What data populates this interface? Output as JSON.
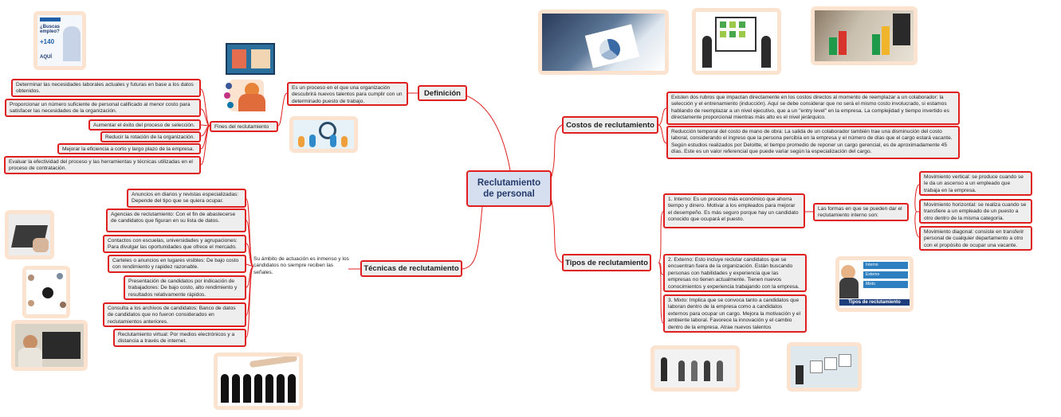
{
  "central": {
    "line1": "Reclutamiento",
    "line2": "de personal"
  },
  "definicion": {
    "title": "Definición",
    "text": "Es un proceso en el que una organización descubrirá nuevos talentos para cumplir con un determinado puesto de trabajo."
  },
  "fines": {
    "label": "Fines del reclutamiento",
    "items": [
      "Determinar las necesidades laborales actuales y futuras en base a los datos obtenidos.",
      "Proporcionar un número suficiente de personal calificado al menor costo para satisfacer las necesidades de la organización.",
      "Aumentar el éxito del proceso de selección.",
      "Reducir la rotación de la organización.",
      "Mejorar la eficiencia a corto y largo plazo de la empresa.",
      "Evaluar la efectividad del proceso y las herramientas y técnicas utilizadas en el proceso de contratación."
    ]
  },
  "tecnicas": {
    "title": "Técnicas de reclutamiento",
    "intro": "Su ámbito de actuación es inmenso y los candidatos no siempre reciben las señales.",
    "items": [
      "Anuncios en diarios y revistas especializadas: Depende del tipo que se quiera ocupar.",
      "Agencias de reclutamiento: Con el fin de abastecerse de candidatos que figuran en su lista de datos.",
      "Contactos con escuelas, universidades y agrupaciones: Para divulgar las oportunidades que ofrece el mercado.",
      "Carteles o anuncios en lugares visibles: De bajo costo con rendimiento y rapidez razonable.",
      "Presentación de candidatos por indicación de trabajadores: De bajo costo, alto rendimiento y resultados relativamente rápidos.",
      "Consulta a los archivos de candidatos: Banco de datos de candidatos que no fueron considerados en reclutamientos anteriores.",
      "Reclutamiento virtual: Por medios electrónicos y a distancia a través de internet."
    ]
  },
  "costos": {
    "title": "Costos de reclutamiento",
    "items": [
      "Existen dos rubros que impactan directamente en los costos directos al momento de reemplazar a un colaborador: la selección y el entrenamiento (inducción). Aquí se debe considerar que no será el mismo costo involucrado, si estamos hablando de reemplazar a un nivel ejecutivo, que a un \"entry level\" en la empresa. La complejidad y tiempo invertido es directamente proporcional mientras más alto es el nivel jerárquico.",
      "Reducción temporal del costo de mano de obra: La salida de un colaborador también trae una disminución del costo laboral, considerando el ingreso que la persona percibía en la empresa y el número de días que el cargo estará vacante. Según estudios realizados por Deloitte, el tiempo promedio de reponer un cargo gerencial, es de aproximadamente 45 días. Este es un valor referencial que puede variar según la especialización del cargo."
    ]
  },
  "tipos": {
    "title": "Tipos de reclutamiento",
    "interno": "1. Interno: Es un proceso más económico que ahorra tiempo y dinero. Motivar a los empleados para mejorar el desempeño. Es más seguro porque hay un candidato conocido que ocupará el puesto.",
    "formas_label": "Las formas en que se pueden dar el reclutamiento interno son:",
    "formas": [
      "Movimiento vertical: se produce cuando se le da un ascenso a un empleado que trabaja en la empresa.",
      "Movimiento horizontal: se realiza cuando se transfiere a un empleado de un puesto a otro dentro de la misma categoría.",
      "Movimiento diagonal: consiste en transferir personal de cualquier departamento a otro con el propósito de ocupar una vacante."
    ],
    "externo": "2. Externo: Esto incluye reclutar candidatos que se encuentran fuera de la organización. Están buscando personas con habilidades y experiencia que las empresas no tienen actualmente. Tienen nuevos conocimientos y experiencia trabajando con la empresa.",
    "mixto": "3. Mixto: Implica que se convoca tanto a candidatos que laboran dentro de la empresa como a candidatos externos para ocupar un cargo. Mejora la motivación y el ambiente laboral. Favorece la innovación y el cambio dentro de la empresa. Atrae nuevos talentos"
  },
  "images": {
    "poster": {
      "line1": "¿Buscas",
      "line2": "empleo?",
      "number": "+140",
      "word": "AQUÍ"
    },
    "tipos_pic": {
      "rows": [
        "Interno",
        "Externo",
        "Mixto"
      ],
      "banner": "Tipos de reclutamiento"
    }
  },
  "colors": {
    "branch": "#e02020",
    "central_fill": "#d5dff0",
    "box_fill": "#eeeeee",
    "image_frame": "#fbe3cf"
  }
}
